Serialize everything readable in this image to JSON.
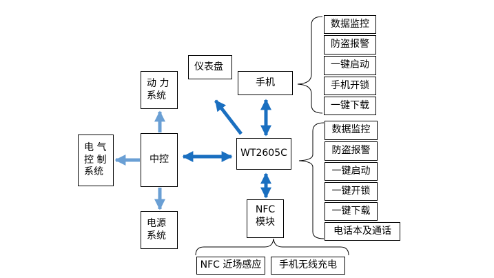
{
  "nodes": {
    "power": "动 力\n系统",
    "dashboard": "仪表盘",
    "phone": "手机",
    "electric": "电  气\n控  制\n系统",
    "central": "中控",
    "module": "WT2605C",
    "power_supply": "电源\n系统",
    "nfc": "NFC\n模块"
  },
  "phone_features": [
    "数据监控",
    "防盗报警",
    "一键启动",
    "手机开锁",
    "一键下载"
  ],
  "module_features": [
    "数据监控",
    "防盗报警",
    "一键启动",
    "一键开锁",
    "一键下载",
    "电话本及通话"
  ],
  "nfc_features": [
    "NFC 近场感应",
    "手机无线充电"
  ],
  "colors": {
    "arrow_dark": "#1a6fc0",
    "arrow_light": "#6a9fd4",
    "line": "#000000"
  }
}
